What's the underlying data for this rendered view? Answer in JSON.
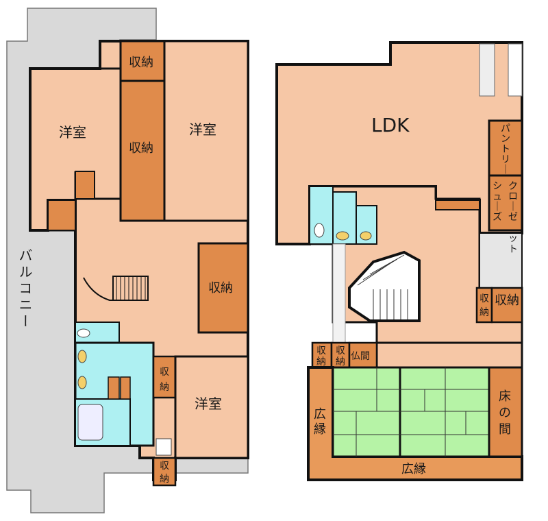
{
  "colors": {
    "room": "#f6c7a6",
    "storage": "#e08b4b",
    "wall": "#111111",
    "balcony": "#d9d9d9",
    "wet": "#aef0f2",
    "tatami": "#b6f3a6",
    "corridor": "#e3e3e3",
    "veranda": "#e89a5a"
  },
  "floor2": {
    "balcony_label": "バルコニー",
    "rooms": {
      "western_nw": "洋室",
      "western_ne": "洋室",
      "western_s": "洋室"
    },
    "storage": {
      "top": "収納",
      "tall": "収納",
      "hall": "収納",
      "small_a": "収",
      "small_b": "納",
      "bottom_a": "収",
      "bottom_b": "納"
    }
  },
  "floor1": {
    "ldk_label": "LDK",
    "pantry": [
      "パ",
      "ン",
      "ト",
      "リ",
      "｜"
    ],
    "shoes_closet": [
      "シ",
      "ュ",
      "｜",
      "ズ"
    ],
    "closet": [
      "ク",
      "ロ",
      "｜",
      "ゼ",
      "ッ",
      "ト"
    ],
    "storage": {
      "pair_small_a": "収",
      "pair_small_b": "納",
      "pair_big": "収納",
      "row_a": "収",
      "row_a2": "納",
      "row_b": "収",
      "row_b2": "納",
      "butsuma": "仏間"
    },
    "veranda_label": "広縁",
    "veranda_side": [
      "広",
      "縁"
    ],
    "tokonoma": [
      "床",
      "の",
      "間"
    ]
  }
}
